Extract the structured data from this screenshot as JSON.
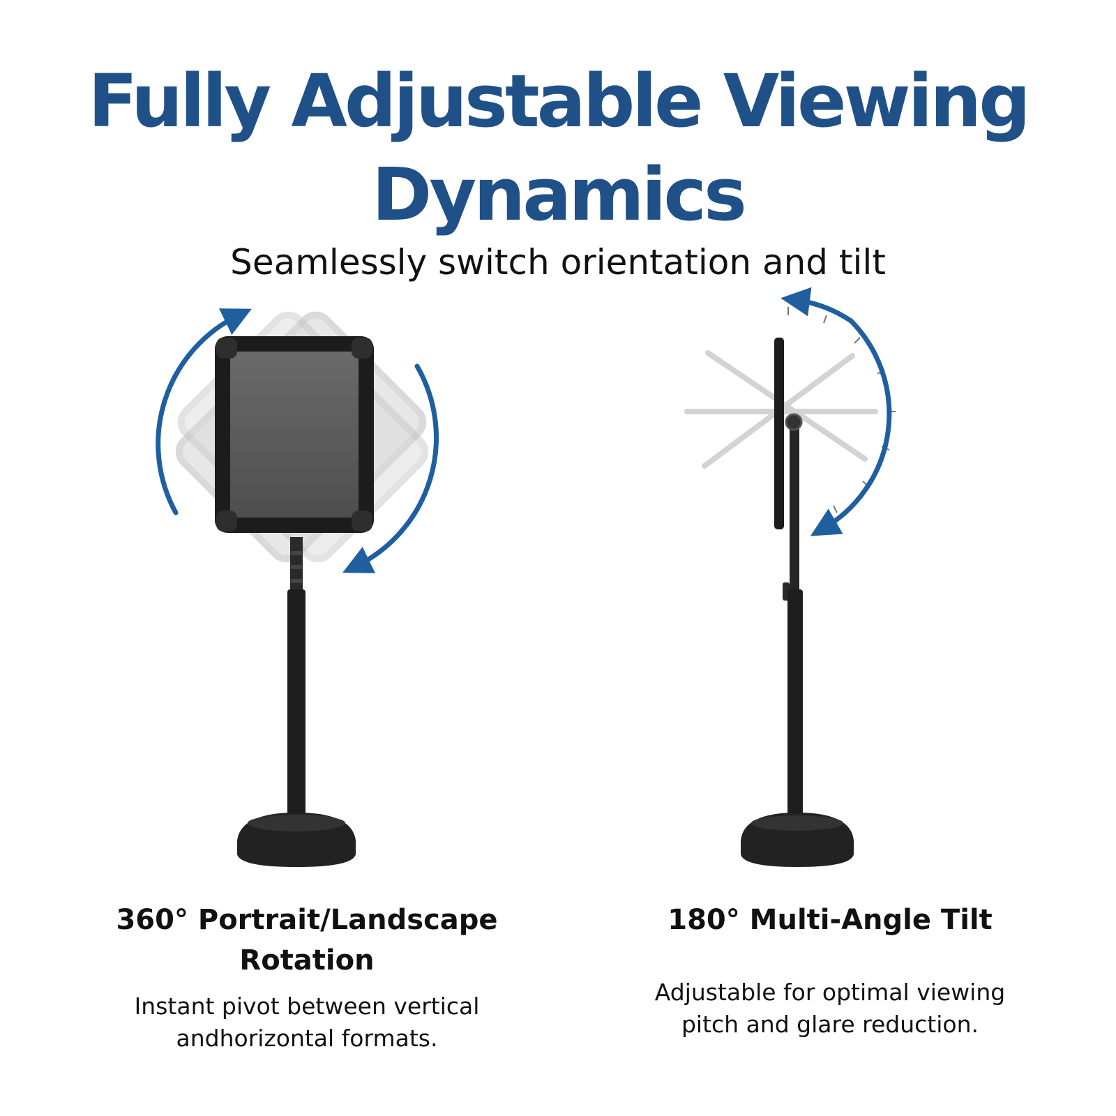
{
  "header": {
    "title_line1": "Fully Adjustable Viewing",
    "title_line2": "Dynamics",
    "subtitle": "Seamlessly switch orientation and tilt"
  },
  "features": [
    {
      "title_line1": "360° Portrait/Landscape",
      "title_line2": "Rotation",
      "desc_line1": "Instant pivot between vertical",
      "desc_line2": "andhorizontal formats."
    },
    {
      "title_line1": "180° Multi-Angle Tilt",
      "desc_line1": "Adjustable for optimal viewing",
      "desc_line2": "pitch and glare reduction."
    }
  ],
  "colors": {
    "headline": "#1f5188",
    "arrow": "#1f5fa0",
    "frame": "#1c1c1c",
    "panel": "#5a5a5a",
    "ghost": "#c8c8c8"
  }
}
